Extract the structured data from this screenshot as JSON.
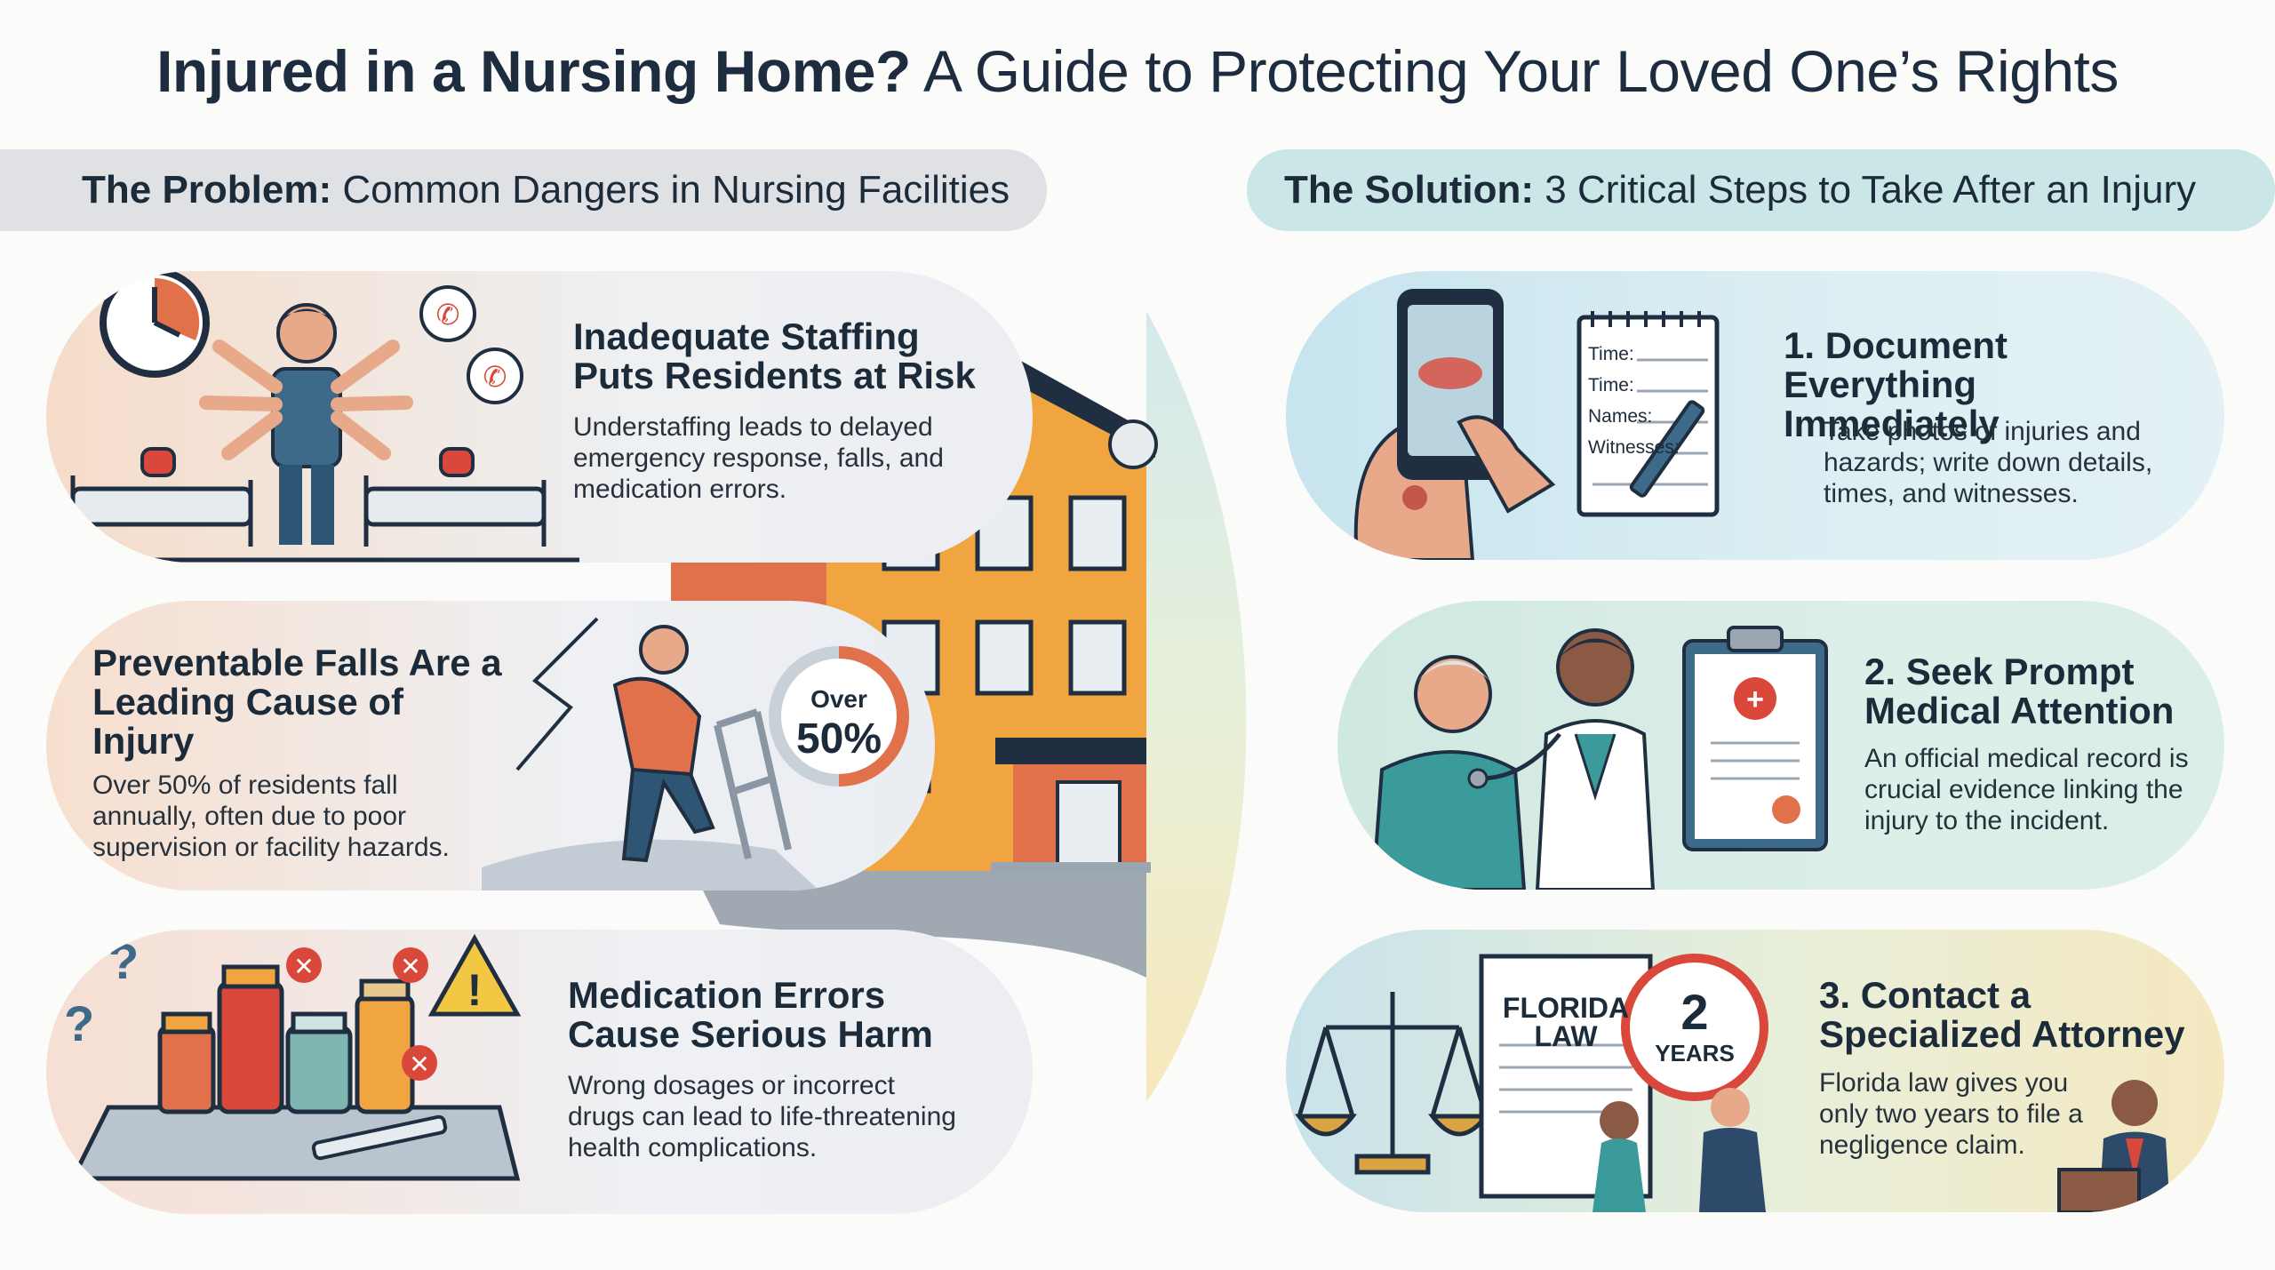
{
  "title": {
    "bold": "Injured in a Nursing Home?",
    "rest": "A Guide to Protecting Your Loved One’s Rights"
  },
  "problem": {
    "label_bold": "The Problem:",
    "label_rest": "Common Dangers in Nursing Facilities",
    "cards": [
      {
        "heading": "Inadequate Staffing Puts Residents at Risk",
        "body": "Understaffing leads to delayed emergency response, falls, and medication errors."
      },
      {
        "heading": "Preventable Falls Are a Leading Cause of Injury",
        "body": "Over 50% of residents fall annually, often due to poor supervision or facility hazards.",
        "badge_top": "Over",
        "badge_value": "50%",
        "badge_fraction": 0.5
      },
      {
        "heading": "Medication Errors Cause Serious Harm",
        "body": "Wrong dosages or incorrect drugs can lead to life-threatening health complications."
      }
    ]
  },
  "solution": {
    "label_bold": "The Solution:",
    "label_rest": "3 Critical Steps to Take After an Injury",
    "cards": [
      {
        "heading": "1. Document Everything Immediately",
        "body": "Take photos of injuries and hazards; write down details, times, and witnesses.",
        "notepad": [
          "Time:",
          "Time:",
          "Names:",
          "Witnesses:"
        ]
      },
      {
        "heading": "2. Seek Prompt Medical Attention",
        "body": "An official medical record is crucial evidence linking the injury to the incident."
      },
      {
        "heading": "3. Contact a Specialized Attorney",
        "body": "Florida law gives you only two years to file a negligence claim.",
        "doc_line1": "FLORIDA",
        "doc_line2": "LAW",
        "clock_value": "2",
        "clock_unit": "YEARS"
      }
    ]
  },
  "colors": {
    "navy": "#1d2d3f",
    "orange": "#e0714a",
    "teal": "#3a9b9a",
    "red": "#d9483b"
  }
}
